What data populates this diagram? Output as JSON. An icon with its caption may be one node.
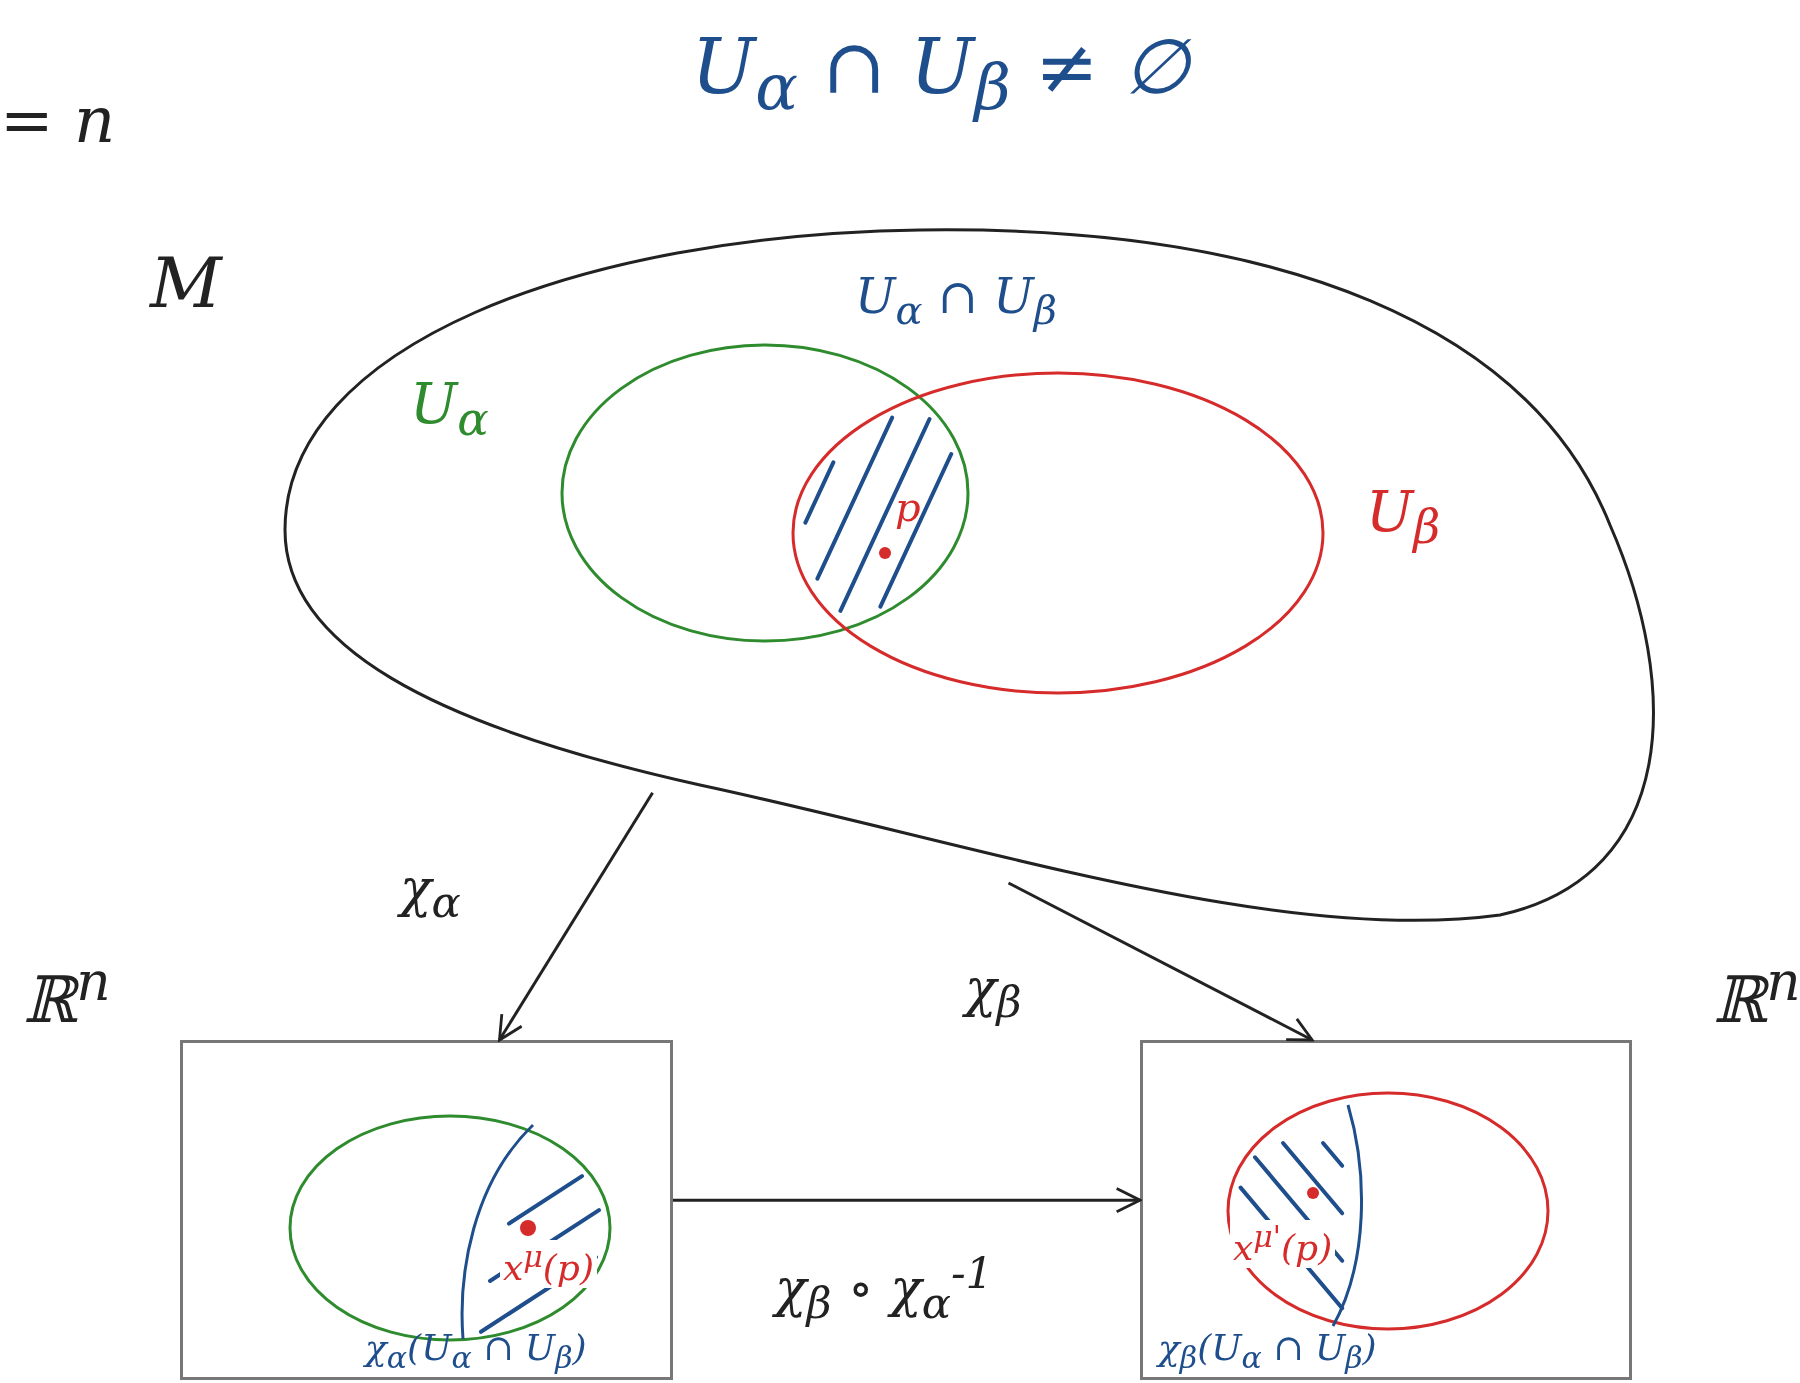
{
  "diagram": {
    "title": "U$_{α}$ ∩ U$_{β}$ ≠ ∅",
    "nodes": [
      {
        "text": [
          "M"
        ]
      },
      {
        "text": [
          "U$_{α}$"
        ],
        "in": 0
      },
      {
        "text": [
          "U$_{β}$"
        ],
        "in": 0
      },
      {
        "text": [
          "ℝ$^{n}$"
        ]
      },
      {
        "text": [
          "ℝ$^{n}$"
        ]
      }
    ],
    "edges": [
      {
        "from": 0,
        "to": 3,
        "arrow": "to",
        "label": "χ$_{α}$"
      },
      {
        "from": 0,
        "to": 4,
        "arrow": "to",
        "label": "χ$_{β}$"
      },
      {
        "from": 3,
        "to": 4,
        "arrow": "to",
        "label": "χ$_{β}$ ∘ χ$_{α}$$^{-1}$"
      }
    ],
    "labels": [
      "= n",
      "U$_{α}$ ∩ U$_{β}$",
      "p",
      "x$^{μ}$(p)",
      "χ$_{α}$(U$_{α}$ ∩ U$_{β}$)",
      "x$^{μ'}$(p)",
      "χ$_{β}$(U$_{α}$ ∩ U$_{β}$)"
    ]
  }
}
